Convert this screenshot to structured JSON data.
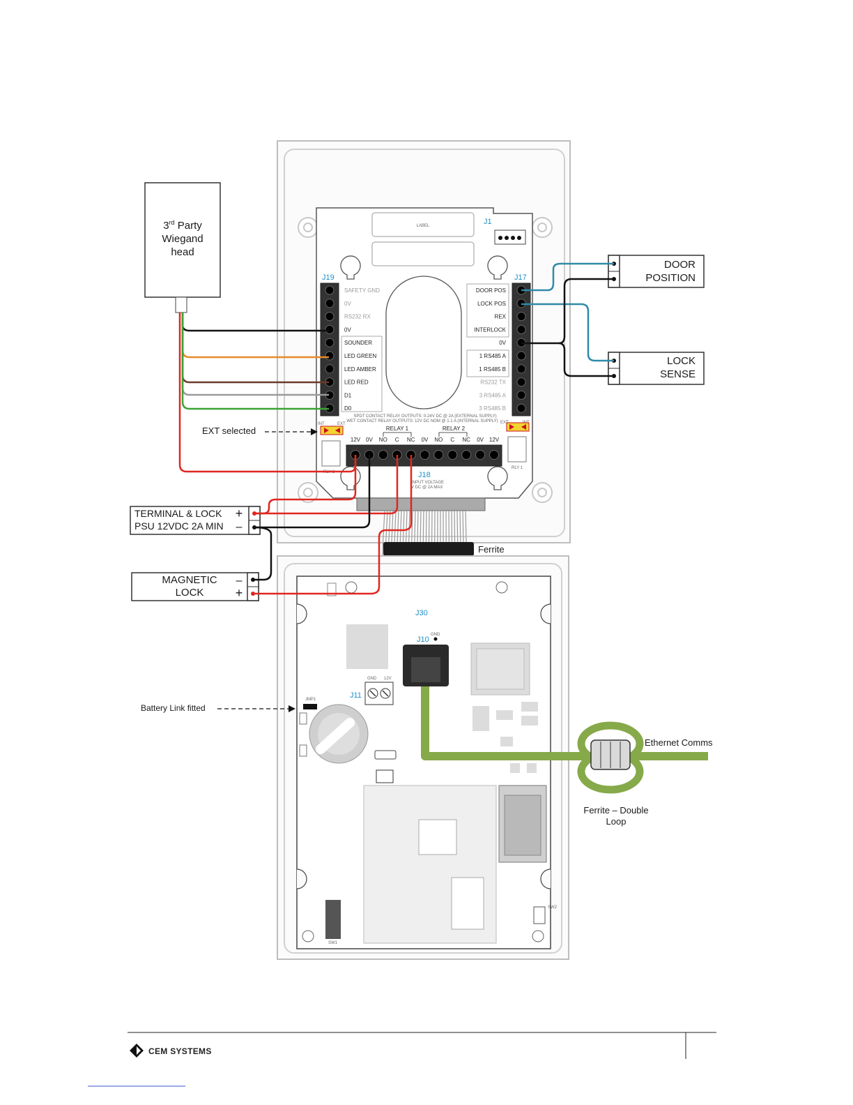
{
  "third_party": {
    "line1": "3",
    "sup": "rd",
    "line1b": " Party",
    "line2": "Wiegand",
    "line3": "head"
  },
  "door_position": {
    "line1": "DOOR",
    "line2": "POSITION"
  },
  "lock_sense": {
    "line1": "LOCK",
    "line2": "SENSE"
  },
  "psu": {
    "line1": "TERMINAL & LOCK",
    "line2": "PSU 12VDC 2A MIN",
    "plus": "+",
    "minus": "–"
  },
  "magnetic_lock": {
    "line1": "MAGNETIC",
    "line2": "LOCK",
    "plus": "+",
    "minus": "–"
  },
  "annotations": {
    "ext_selected": "EXT selected",
    "battery_link": "Battery Link fitted",
    "ferrite": "Ferrite",
    "ethernet": "Ethernet Comms",
    "ferrite_double_1": "Ferrite – Double",
    "ferrite_double_2": "Loop"
  },
  "board_top": {
    "label": "LABEL",
    "j1": "J1",
    "j19": "J19",
    "j17": "J17",
    "j18": "J18",
    "j19_pins": [
      "SAFETY GND",
      "0V",
      "RS232 RX",
      "0V",
      "SOUNDER",
      "LED GREEN",
      "LED AMBER",
      "LED RED",
      "D1",
      "D0"
    ],
    "j17_pins": [
      "DOOR POS",
      "LOCK POS",
      "REX",
      "INTERLOCK",
      "0V",
      "1 RS485 A",
      "1 RS485 B",
      "RS232 TX",
      "3 RS485 A",
      "3 RS485 B"
    ],
    "j18_pins": [
      "12V",
      "0V",
      "NO",
      "C",
      "NC",
      "0V",
      "NO",
      "C",
      "NC",
      "0V",
      "12V"
    ],
    "relay1": "RELAY 1",
    "relay2": "RELAY 2",
    "int": "INT",
    "ext": "EXT",
    "rly1": "RLY 1",
    "rly2": "RLY 2",
    "spec_line1": "SPDT CONTACT RELAY OUTPUTS: 0-24V DC @ 2A (EXTERNAL SUPPLY)",
    "spec_line2": "WET CONTACT RELAY OUTPUTS: 12V DC NOM @ 1.1 A (INTERNAL SUPPLY)",
    "input_voltage1": "INPUT VOLTAGE",
    "input_voltage2": "V DC @ 2A MAX"
  },
  "board_bottom": {
    "j30": "J30",
    "j10": "J10",
    "gnd": "GND",
    "j11": "J11",
    "j11_gnd": "GND",
    "j11_12v": "12V",
    "jmp1": "JMP1",
    "sw1": "SW1",
    "sw2": "SW2"
  },
  "footer": {
    "brand": "CEM SYSTEMS"
  },
  "colors": {
    "red": "#e0261f",
    "black": "#111111",
    "blue": "#2f8aa8",
    "green_cable": "#86a949",
    "orange": "#e8892b",
    "brown": "#6b3a2a",
    "grey": "#9a9a9a",
    "green_wire": "#3aa335",
    "label_blue": "#1c8fc7",
    "pcb_outline": "#555555"
  }
}
